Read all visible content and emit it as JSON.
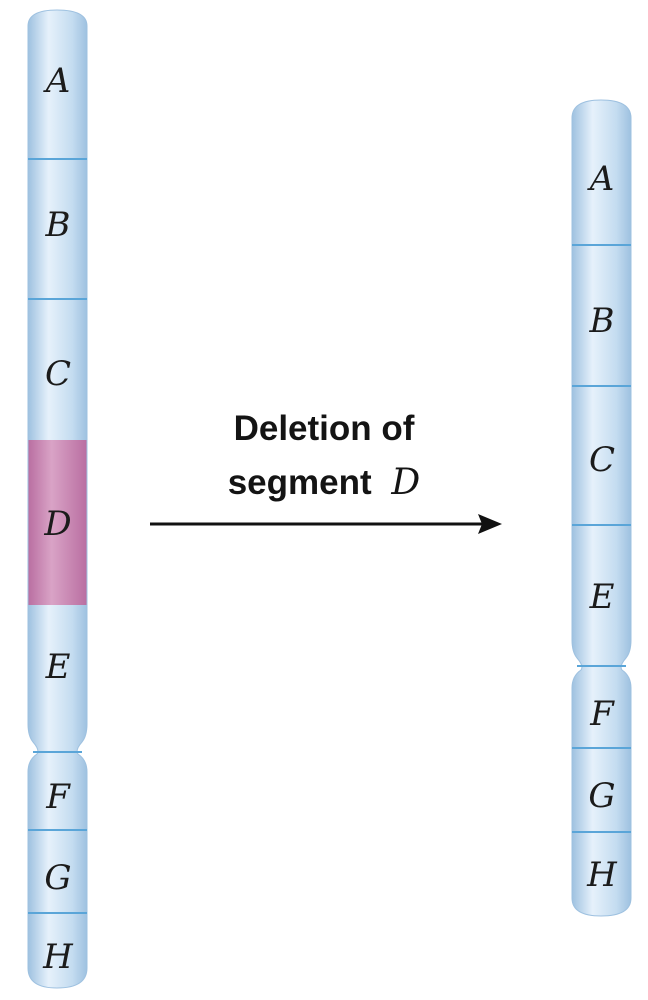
{
  "colors": {
    "chromosome_fill": "#c4dcf0",
    "chromosome_highlight": "#e6f1fb",
    "chromosome_edge": "#9ec1e0",
    "band_line": "#5aa5d8",
    "deleted_segment_fill": "#b96ea1",
    "arrow": "#111111"
  },
  "original_chromosome": {
    "segments": [
      "A",
      "B",
      "C",
      "D",
      "E",
      "F",
      "G",
      "H"
    ],
    "deleted_segment": "D"
  },
  "caption": {
    "line1": "Deletion of",
    "line2_prefix": "segment",
    "line2_italic": "D"
  },
  "result_chromosome": {
    "segments": [
      "A",
      "B",
      "C",
      "E",
      "F",
      "G",
      "H"
    ]
  }
}
